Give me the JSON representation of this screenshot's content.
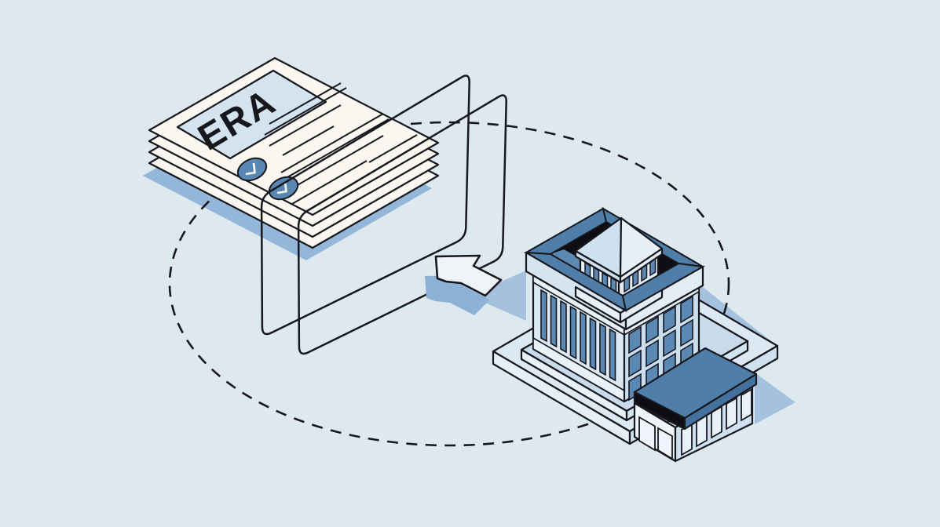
{
  "era": {
    "label": "ERA"
  },
  "badges": {
    "count": 2,
    "glyph": "check-corner"
  },
  "colors": {
    "bg": "#dee9ef",
    "ink": "#17171e",
    "paper": "#faf7f0",
    "panel": "#d3e4f0",
    "badge": "#5987b3",
    "mid": "#5c89b3",
    "steel": "#4f7ea9",
    "steelDark": "#44719d",
    "wallLight": "#cbdeee",
    "wallLighter": "#e9f1f8",
    "wallSoft": "#dce9f3",
    "band": "#e2ecf5",
    "cornice": "#d5e4f1",
    "black": "#0d0d13",
    "pyramidL": "#cfe0ee",
    "pyramidR": "#e7f0f7",
    "annexLeft": "#eef4f9",
    "annexRight": "#cfe1ef",
    "winLight": "#e9f1f8",
    "baseTopA": "#c8dbeb",
    "baseTopB": "#dce9f3",
    "baseSideA": "#d3e4f1",
    "baseSideB": "#e6eff7",
    "baseSideB2": "#cfe1ef",
    "shadowPaper": "#93b6d9",
    "shadowArrow": "#8db1d5",
    "shadowBuilding": "#a4c2de",
    "arrowFill": "#eef4f8"
  }
}
